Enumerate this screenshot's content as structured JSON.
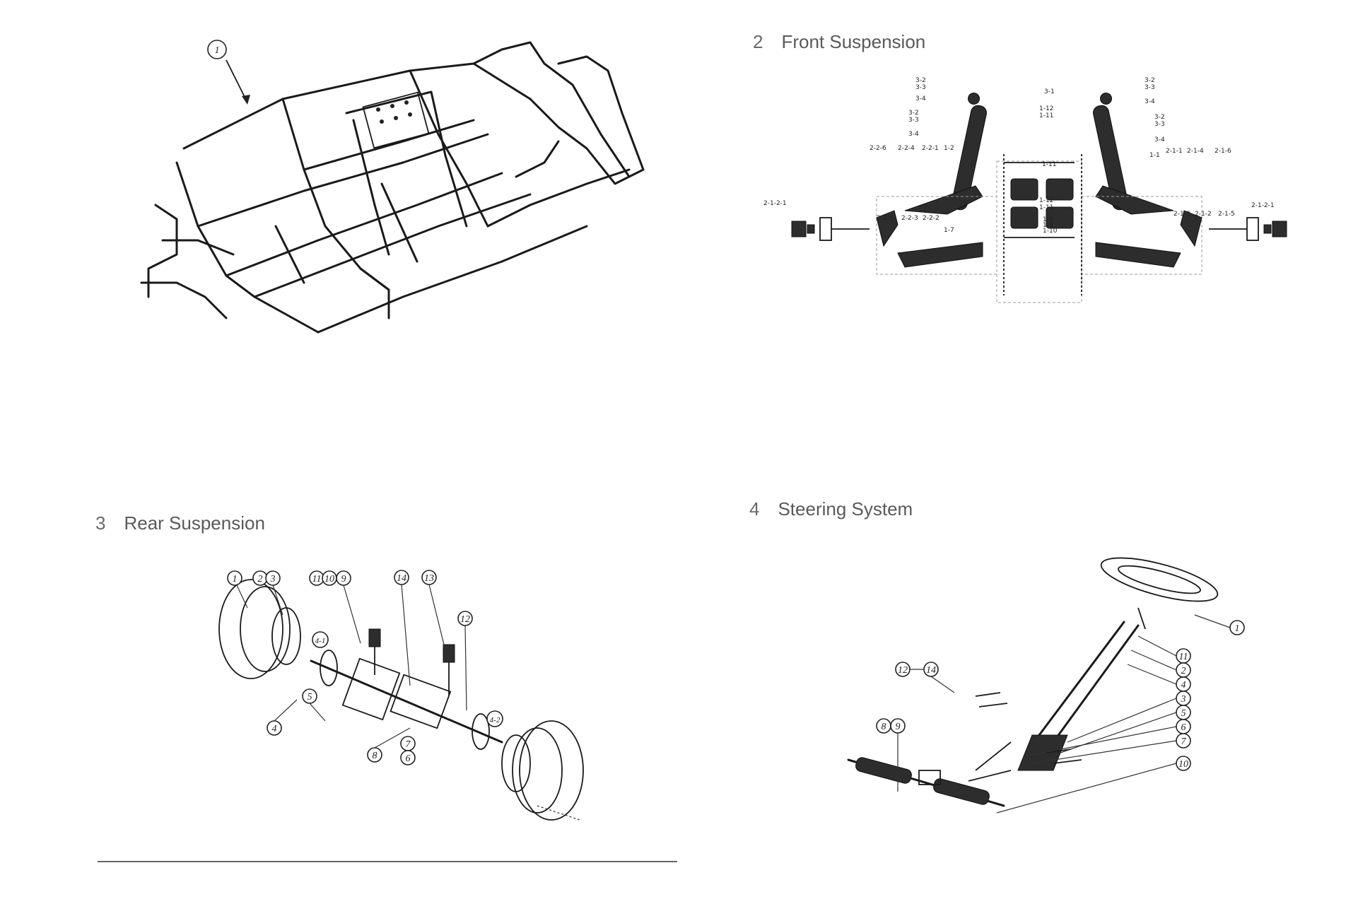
{
  "sections": {
    "frame": {
      "callouts": [
        "1"
      ]
    },
    "front": {
      "number": "2",
      "title": "Front Suspension",
      "labels": [
        "3-2",
        "3-3",
        "3-4",
        "3-1",
        "1-12",
        "1-11",
        "2-2-6",
        "2-2-4",
        "2-2-1",
        "1-2",
        "2-1-1",
        "2-1-4",
        "2-1-6",
        "1-1",
        "2-1-2-1",
        "2-2-5",
        "2-2-3",
        "2-2-2",
        "1-7",
        "1-8",
        "1-9",
        "1-10",
        "2-1-3",
        "2-1-2",
        "2-1-5",
        "2-1-2-1"
      ]
    },
    "rear": {
      "number": "3",
      "title": "Rear Suspension",
      "callouts": [
        "1",
        "2",
        "3",
        "11",
        "10",
        "9",
        "14",
        "13",
        "12",
        "4-1",
        "5",
        "4",
        "7",
        "6",
        "8",
        "4-2"
      ]
    },
    "steering": {
      "number": "4",
      "title": "Steering System",
      "callouts": [
        "1",
        "11",
        "2",
        "4",
        "3",
        "5",
        "6",
        "7",
        "10",
        "12",
        "14",
        "8",
        "9"
      ]
    }
  }
}
